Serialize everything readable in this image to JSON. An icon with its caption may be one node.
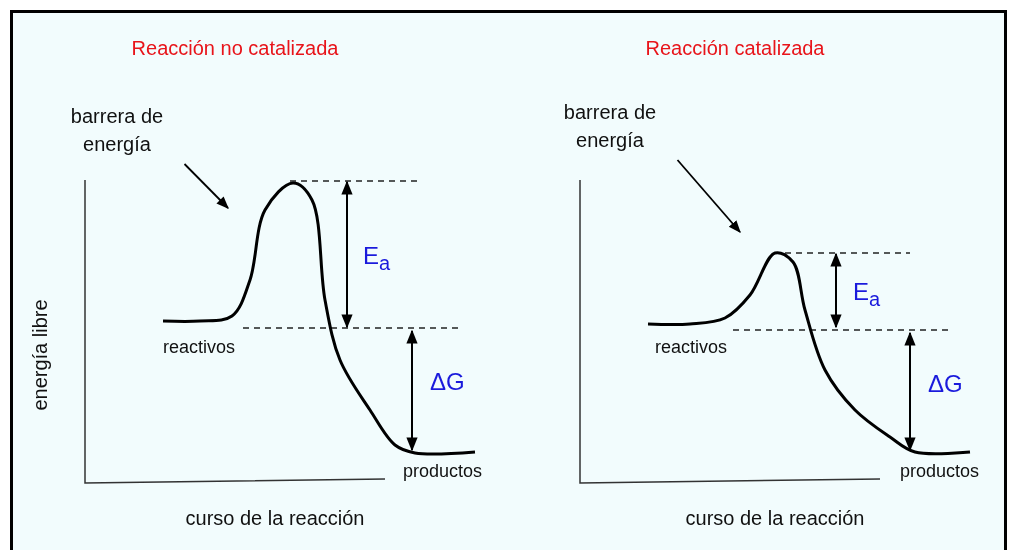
{
  "diagram": {
    "nodes": [
      {
        "text": [
          "barrera de energía"
        ]
      },
      {
        "text": [],
        "shape": "curve"
      },
      {
        "text": [
          "barrera de energía"
        ]
      },
      {
        "text": [],
        "shape": "curve"
      }
    ],
    "edges": [
      {
        "from": 0,
        "to": 1,
        "arrow": "to"
      },
      {
        "from": 2,
        "to": 3,
        "arrow": "to"
      }
    ],
    "labels": [
      "Reacción no catalizada",
      "Reacción catalizada",
      "E$_{a}$",
      "E$_{a}$",
      "energía libre",
      "reactivos",
      "reactivos",
      "ΔG",
      "ΔG",
      "productos",
      "productos",
      "curso de la reacción",
      "curso de la reacción"
    ]
  }
}
